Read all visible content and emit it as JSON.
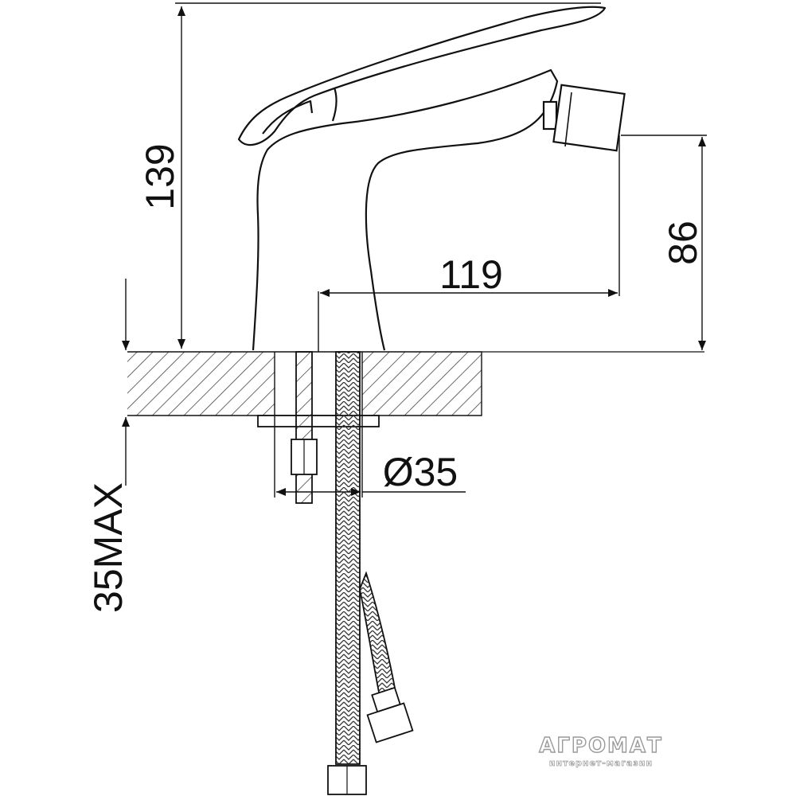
{
  "dimensions": {
    "height_total": "139",
    "spout_height": "86",
    "spout_reach": "119",
    "hole_diameter": "Ø35",
    "max_counter_thickness": "35MAX"
  },
  "watermark": {
    "title": "АГРОМАТ",
    "subtitle": "интернет-магазин"
  }
}
